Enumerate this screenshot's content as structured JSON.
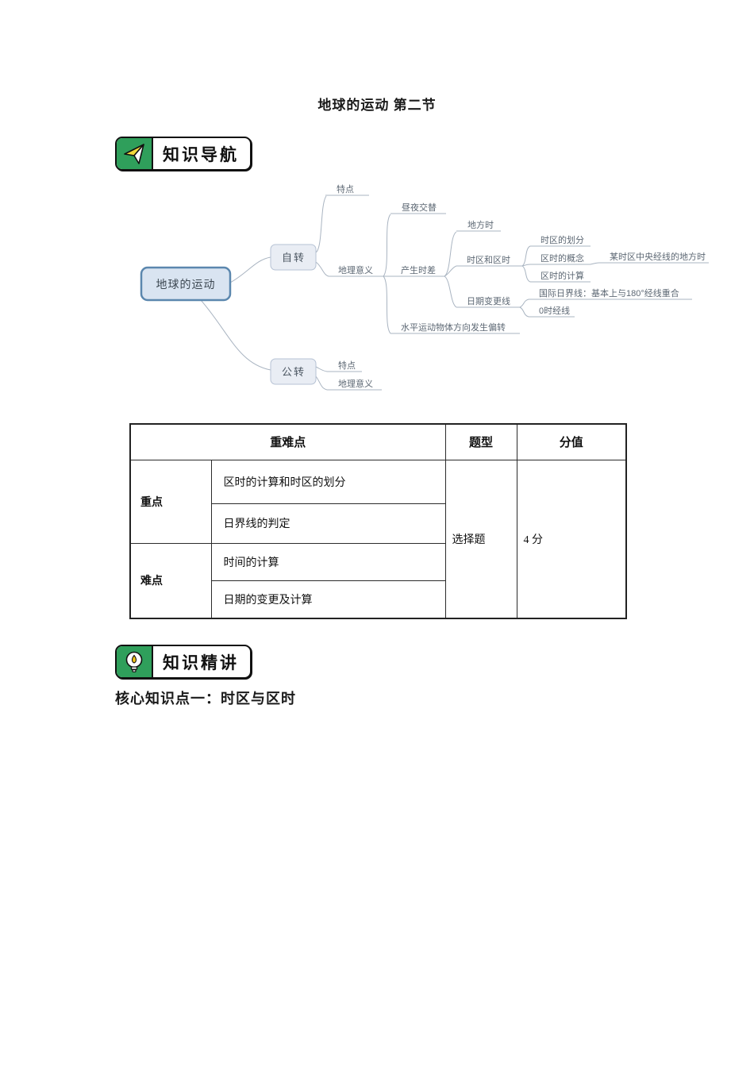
{
  "page": {
    "title": "地球的运动 第二节"
  },
  "sections": {
    "nav_badge_label": "知识导航",
    "lecture_badge_label": "知识精讲",
    "core_heading": "核心知识点一：时区与区时"
  },
  "icons": {
    "nav": "paper-plane-icon",
    "lecture": "light-bulb-icon"
  },
  "mindmap": {
    "root": "地球的运动",
    "rotation": "自转",
    "revolution": "公转",
    "rot_feature": "特点",
    "rot_meaning": "地理意义",
    "day_night": "昼夜交替",
    "time_diff": "产生时差",
    "local_time": "地方时",
    "zone_and_time": "时区和区时",
    "date_line": "日期变更线",
    "zone_division": "时区的划分",
    "zone_concept": "区时的概念",
    "zone_calc": "区时的计算",
    "central_meridian": "某时区中央经线的地方时",
    "intl_date_line": "国际日界线：基本上与180°经线重合",
    "zero_meridian": "0时经线",
    "deflection": "水平运动物体方向发生偏转",
    "rev_feature": "特点",
    "rev_meaning": "地理意义"
  },
  "table": {
    "headers": {
      "key_points": "重难点",
      "question_type": "题型",
      "score": "分值"
    },
    "rows": {
      "important": "重点",
      "difficult": "难点",
      "item1": "区时的计算和时区的划分",
      "item2": "日界线的判定",
      "item3": "时间的计算",
      "item4": "日期的变更及计算",
      "qtype": "选择题",
      "score": "4 分"
    }
  },
  "colors": {
    "badge_green": "#2f9f5b",
    "badge_border": "#111111",
    "plane_yellow": "#f2d93b",
    "bulb_yellow": "#f0c419",
    "root_fill": "#d9e4f1",
    "root_border": "#5b87ae",
    "node_fill": "#e9edf4",
    "node_border": "#b6c2d4",
    "mindmap_line": "#a9b4c1",
    "mindmap_text": "#5d6874",
    "table_border": "#2b2b2b"
  }
}
